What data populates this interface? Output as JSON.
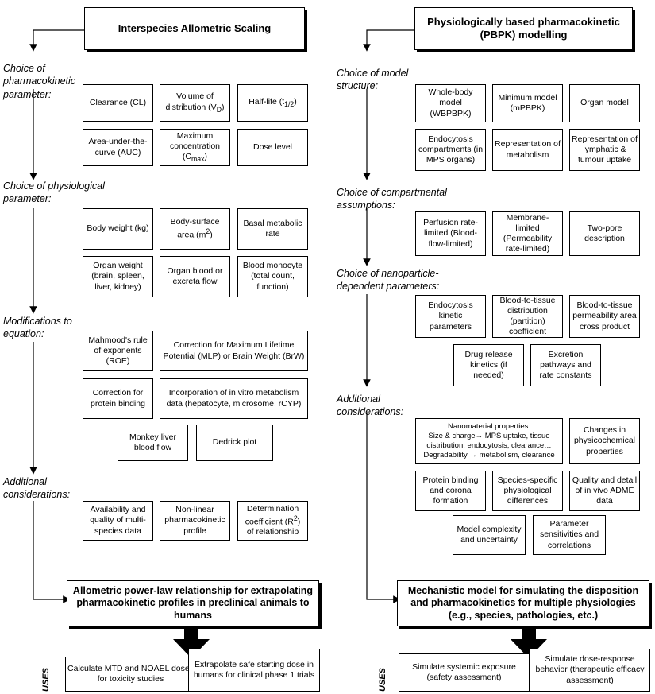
{
  "left": {
    "title": "Interspecies Allometric Scaling",
    "sections": {
      "pk_param": "Choice of  pharmacokinetic parameter:",
      "phys_param": "Choice of physiological parameter:",
      "modifications": "Modifications to equation:",
      "additional": "Additional considerations:"
    },
    "pk_boxes": [
      "Clearance (CL)",
      "Volume of distribution (VD)",
      "Half-life (t1/2)",
      "Area-under-the-curve (AUC)",
      "Maximum concentration (Cmax)",
      "Dose level"
    ],
    "phys_boxes": [
      "Body weight (kg)",
      "Body-surface area (m2)",
      "Basal metabolic rate",
      "Organ weight (brain, spleen, liver, kidney)",
      "Organ blood or excreta flow",
      "Blood monocyte (total count, function)"
    ],
    "mod_boxes": [
      "Mahmood's rule of exponents (ROE)",
      "Correction for Maximum Lifetime Potential (MLP) or Brain Weight (BrW)",
      "Correction for protein binding",
      "Incorporation of in vitro metabolism data (hepatocyte, microsome, rCYP)",
      "Monkey liver blood flow",
      "Dedrick plot"
    ],
    "add_boxes": [
      "Availability and quality of multi-species data",
      "Non-linear pharmacokinetic profile",
      "Determination coefficient (R2) of relationship"
    ],
    "final": "Allometric power-law relationship for extrapolating pharmacokinetic profiles in preclinical animals to humans",
    "uses_label": "USES",
    "uses": [
      "Calculate MTD and NOAEL doses for toxicity studies",
      "Extrapolate safe starting dose in humans for clinical phase 1 trials"
    ]
  },
  "right": {
    "title": "Physiologically based pharmacokinetic (PBPK) modelling",
    "sections": {
      "structure": "Choice of model structure:",
      "compartmental": "Choice of compartmental assumptions:",
      "nano": "Choice of nanoparticle-dependent parameters:",
      "additional": "Additional considerations:"
    },
    "struct_boxes": [
      "Whole-body model (WBPBPK)",
      "Minimum model (mPBPK)",
      "Organ model",
      "Endocytosis compartments (in MPS organs)",
      "Representation of metabolism",
      "Representation of lymphatic & tumour uptake"
    ],
    "comp_boxes": [
      "Perfusion rate-limited (Blood-flow-limited)",
      "Membrane-limited (Permeability rate-limited)",
      "Two-pore description"
    ],
    "nano_boxes": [
      "Endocytosis kinetic parameters",
      "Blood-to-tissue distribution (partition) coefficient",
      "Blood-to-tissue permeability area cross product",
      "Drug release kinetics (if needed)",
      "Excretion pathways and rate constants"
    ],
    "add_boxes": [
      "Nanomaterial properties:",
      "Size & charge→ MPS uptake, tissue distribution, endocytosis, clearance…",
      "Degradability → metabolism, clearance",
      "Changes in physicochemical properties",
      "Protein binding and corona formation",
      "Species-specific physiological differences",
      "Quality and detail of in vivo ADME data",
      "Model complexity and uncertainty",
      "Parameter sensitivities and correlations"
    ],
    "final": "Mechanistic model for simulating the disposition and pharmacokinetics for multiple physiologies (e.g., species, pathologies, etc.)",
    "uses_label": "USES",
    "uses": [
      "Simulate systemic exposure (safety assessment)",
      "Simulate dose-response behavior (therapeutic efficacy assessment)"
    ]
  },
  "subscripts": {
    "vd": "D",
    "half": "1/2",
    "cmax": "max",
    "r2": "2",
    "m2": "2"
  }
}
